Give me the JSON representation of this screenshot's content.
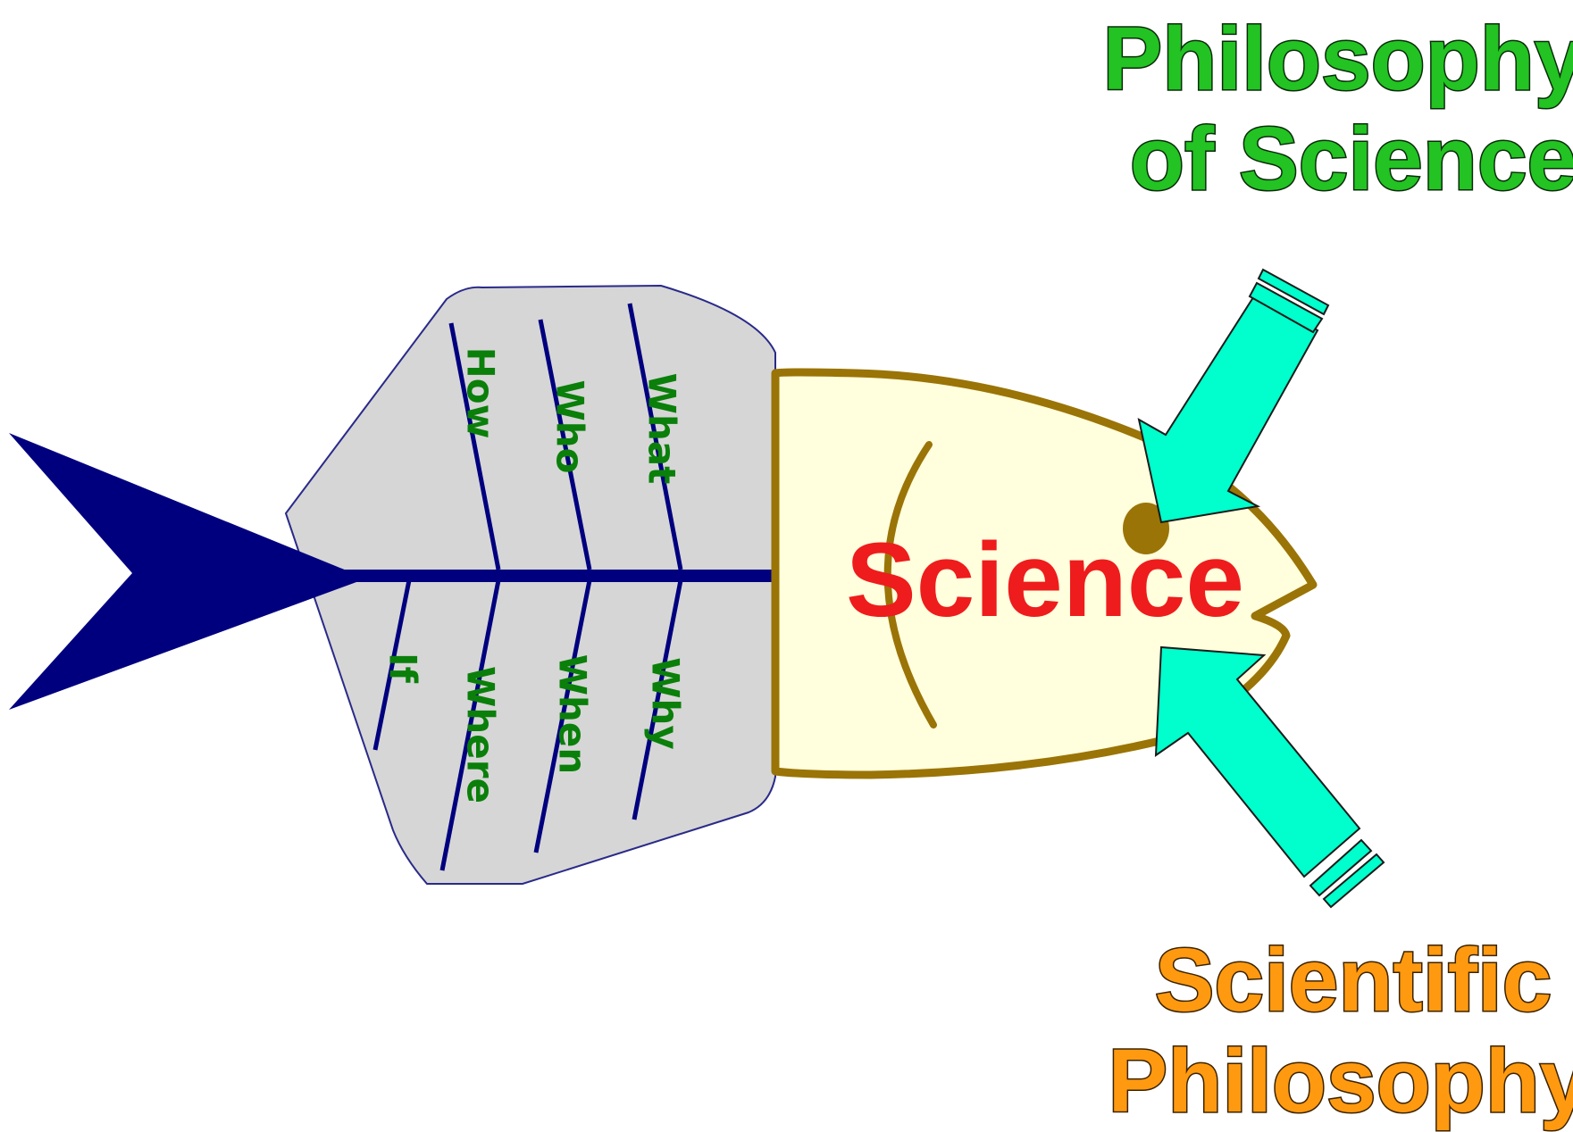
{
  "diagram": {
    "head_label": "Science",
    "top_bones": [
      "How",
      "Who",
      "What"
    ],
    "bottom_bones": [
      "If",
      "Where",
      "When",
      "Why"
    ],
    "label_top": [
      "Philosophy",
      "of Science"
    ],
    "label_bottom": [
      "Scientific",
      "Philosophy"
    ]
  },
  "colors": {
    "tail": "#00007f",
    "spine": "#00007f",
    "body_fill": "#d6d6d6",
    "head_fill": "#fffedd",
    "head_outline": "#9a7406",
    "arrow_fill": "#00ffcc",
    "center_text": "#ee1c1c",
    "bone_text": "#0a7f0a",
    "top_label": "#22c322",
    "bottom_label": "#ff9a10"
  }
}
